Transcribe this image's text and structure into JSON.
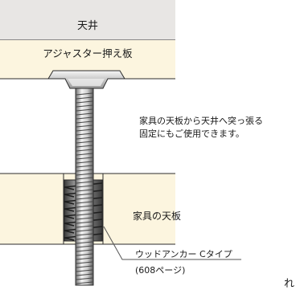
{
  "labels": {
    "ceiling": "天井",
    "adjuster_plate": "アジャスター押え板",
    "description_line1": "家具の天板から天井へ突っ張る",
    "description_line2": "固定にもご使用できます。",
    "furniture_top": "家具の天板",
    "anchor_name": "ウッドアンカー Cタイプ",
    "anchor_page": "(608ページ)",
    "corner_fragment": "れ"
  },
  "colors": {
    "ceiling_fill": "#e8e6e4",
    "wood_fill": "#fcf5df",
    "metal_light": "#f2f2f2",
    "metal_mid": "#b8b8b8",
    "metal_dark": "#555555",
    "outline": "#2b2b2b",
    "leader_line": "#555555"
  }
}
